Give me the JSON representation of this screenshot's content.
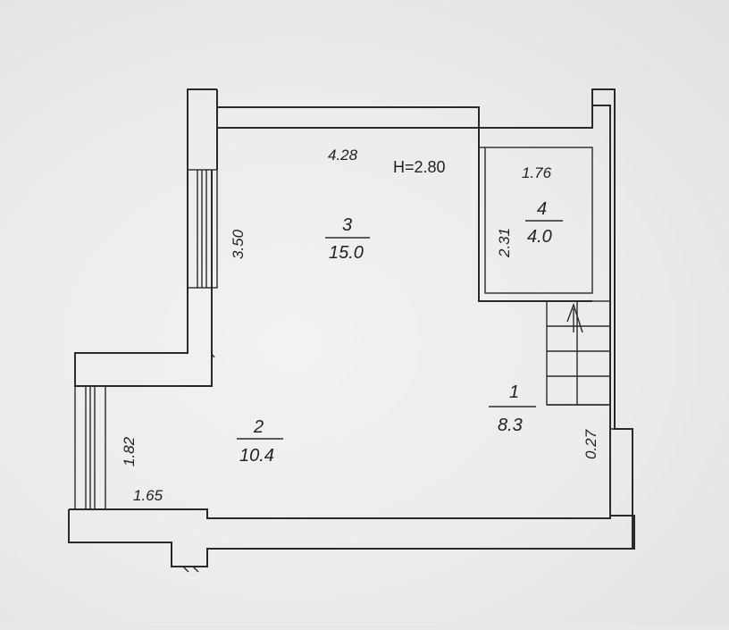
{
  "height_label": "H=2.80",
  "rooms": [
    {
      "number": "3",
      "area": "15.0"
    },
    {
      "number": "4",
      "area": "4.0"
    },
    {
      "number": "1",
      "area": "8.3"
    },
    {
      "number": "2",
      "area": "10.4"
    }
  ],
  "dimensions": {
    "room3_width": "4.28",
    "room3_depth": "3.50",
    "room4_width": "1.76",
    "room4_depth": "2.31",
    "room2_depth": "1.82",
    "room2_width": "1.65",
    "stair_offset": "0.27"
  },
  "stair_icon": "arrow-up-icon"
}
